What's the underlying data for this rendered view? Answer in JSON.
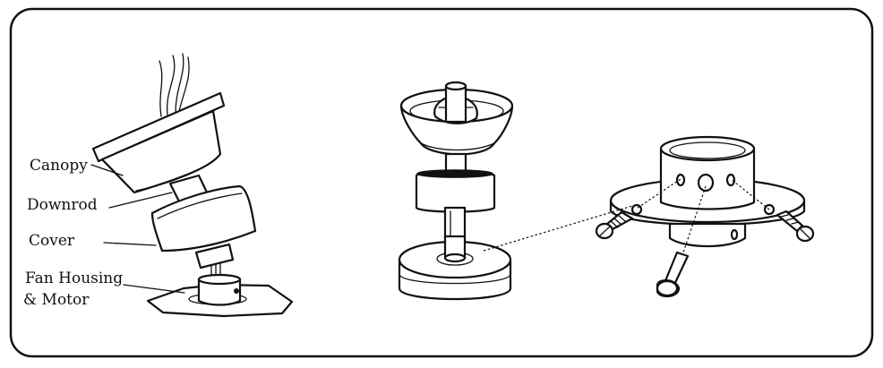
{
  "labels": {
    "canopy": "Canopy",
    "downrod": "Downrod",
    "cover": "Cover",
    "fan_housing_line1": "Fan Housing",
    "fan_housing_line2": "& Motor"
  }
}
